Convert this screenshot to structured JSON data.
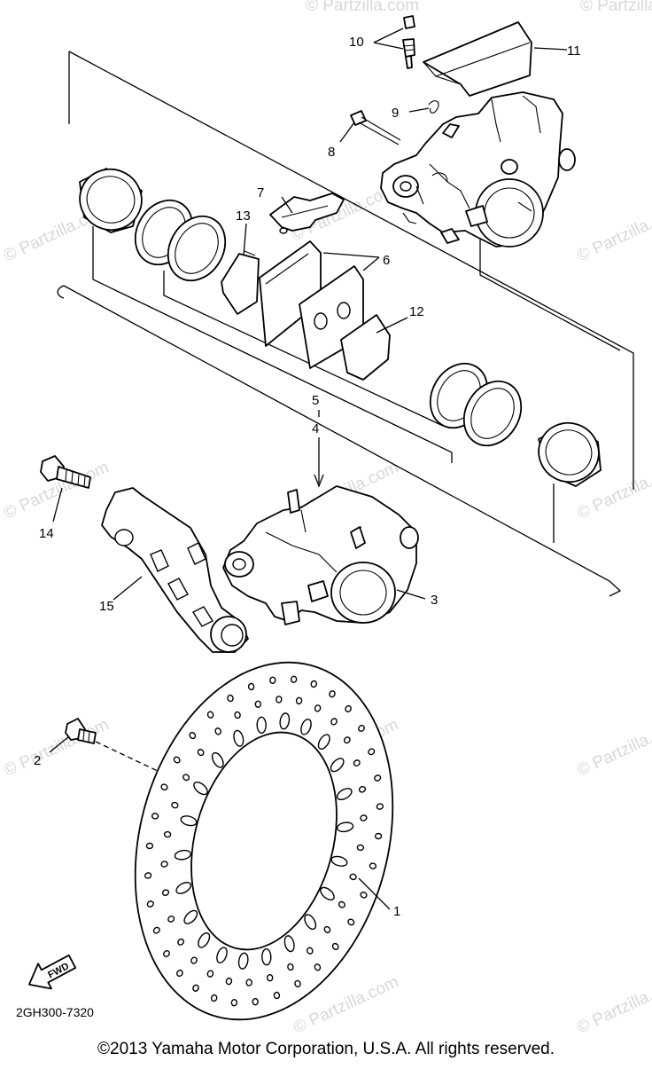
{
  "diagram": {
    "callouts": [
      {
        "id": "1",
        "label": "1"
      },
      {
        "id": "2",
        "label": "2"
      },
      {
        "id": "3",
        "label": "3"
      },
      {
        "id": "4",
        "label": "4"
      },
      {
        "id": "5",
        "label": "5"
      },
      {
        "id": "6",
        "label": "6"
      },
      {
        "id": "7",
        "label": "7"
      },
      {
        "id": "8",
        "label": "8"
      },
      {
        "id": "9",
        "label": "9"
      },
      {
        "id": "10",
        "label": "10"
      },
      {
        "id": "11",
        "label": "11"
      },
      {
        "id": "12",
        "label": "12"
      },
      {
        "id": "13",
        "label": "13"
      },
      {
        "id": "14",
        "label": "14"
      },
      {
        "id": "15",
        "label": "15"
      }
    ],
    "fwd_label": "FWD",
    "diagram_code": "2GH300-7320",
    "watermark": "© Partzilla.com",
    "copyright": "©2013 Yamaha Motor Corporation, U.S.A. All rights reserved."
  }
}
